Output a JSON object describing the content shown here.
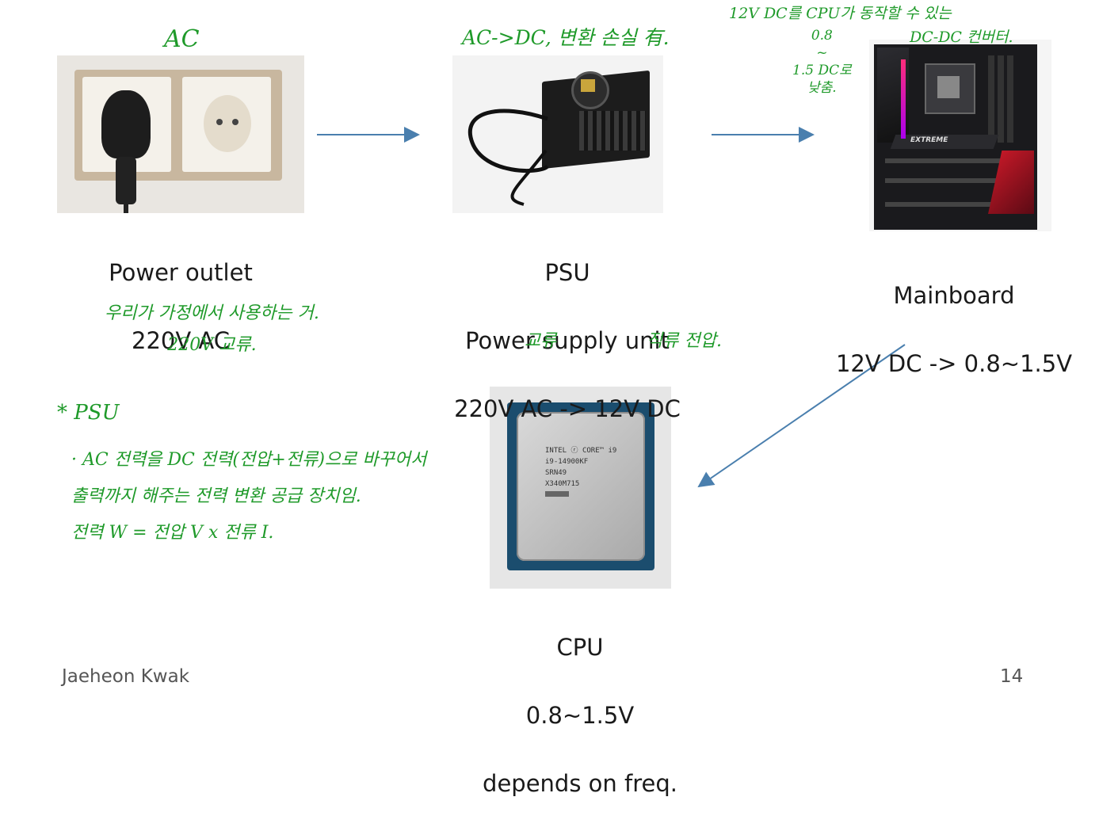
{
  "nodes": {
    "outlet": {
      "title": "Power outlet",
      "spec": "220V AC"
    },
    "psu": {
      "title": "PSU",
      "subtitle": "Power supply unit",
      "spec": "220V AC -> 12V DC"
    },
    "mainboard": {
      "title": "Mainboard",
      "spec": "12V DC -> 0.8~1.5V"
    },
    "cpu": {
      "title": "CPU",
      "spec": "0.8~1.5V",
      "note": "depends on freq."
    }
  },
  "cpu_chip": {
    "brand": "INTEL",
    "line": "CORE™ i9",
    "model": "i9-14900KF",
    "sspec": "SRN49",
    "batch": "X340M715"
  },
  "mainboard_print": "EXTREME",
  "annotations": {
    "outlet_top": "AC",
    "psu_top": "AC->DC, 변환 손실 有.",
    "mainboard_top": "12V DC를 CPU가 동작할 수 있는",
    "mainboard_range": "0.8\n~\n1.5 DC로\n낮춤.",
    "mainboard_dcdc": "DC-DC 컨버터.",
    "outlet_bottom": "우리가 가정에서 사용하는 거.\n220V 교류.",
    "psu_ac": "교류",
    "psu_dc": "직류 전압.",
    "psu_heading": "* PSU",
    "psu_notes": "· AC 전력을 DC 전력(전압+전류)으로 바꾸어서\n출력까지 해주는 전력 변환 공급 장치임.\n전력 W = 전압 V x 전류 I."
  },
  "footer": {
    "author": "Jaeheon Kwak",
    "page": "14"
  },
  "colors": {
    "arrow": "#4a7fae",
    "handwriting": "#1f9a2a"
  }
}
